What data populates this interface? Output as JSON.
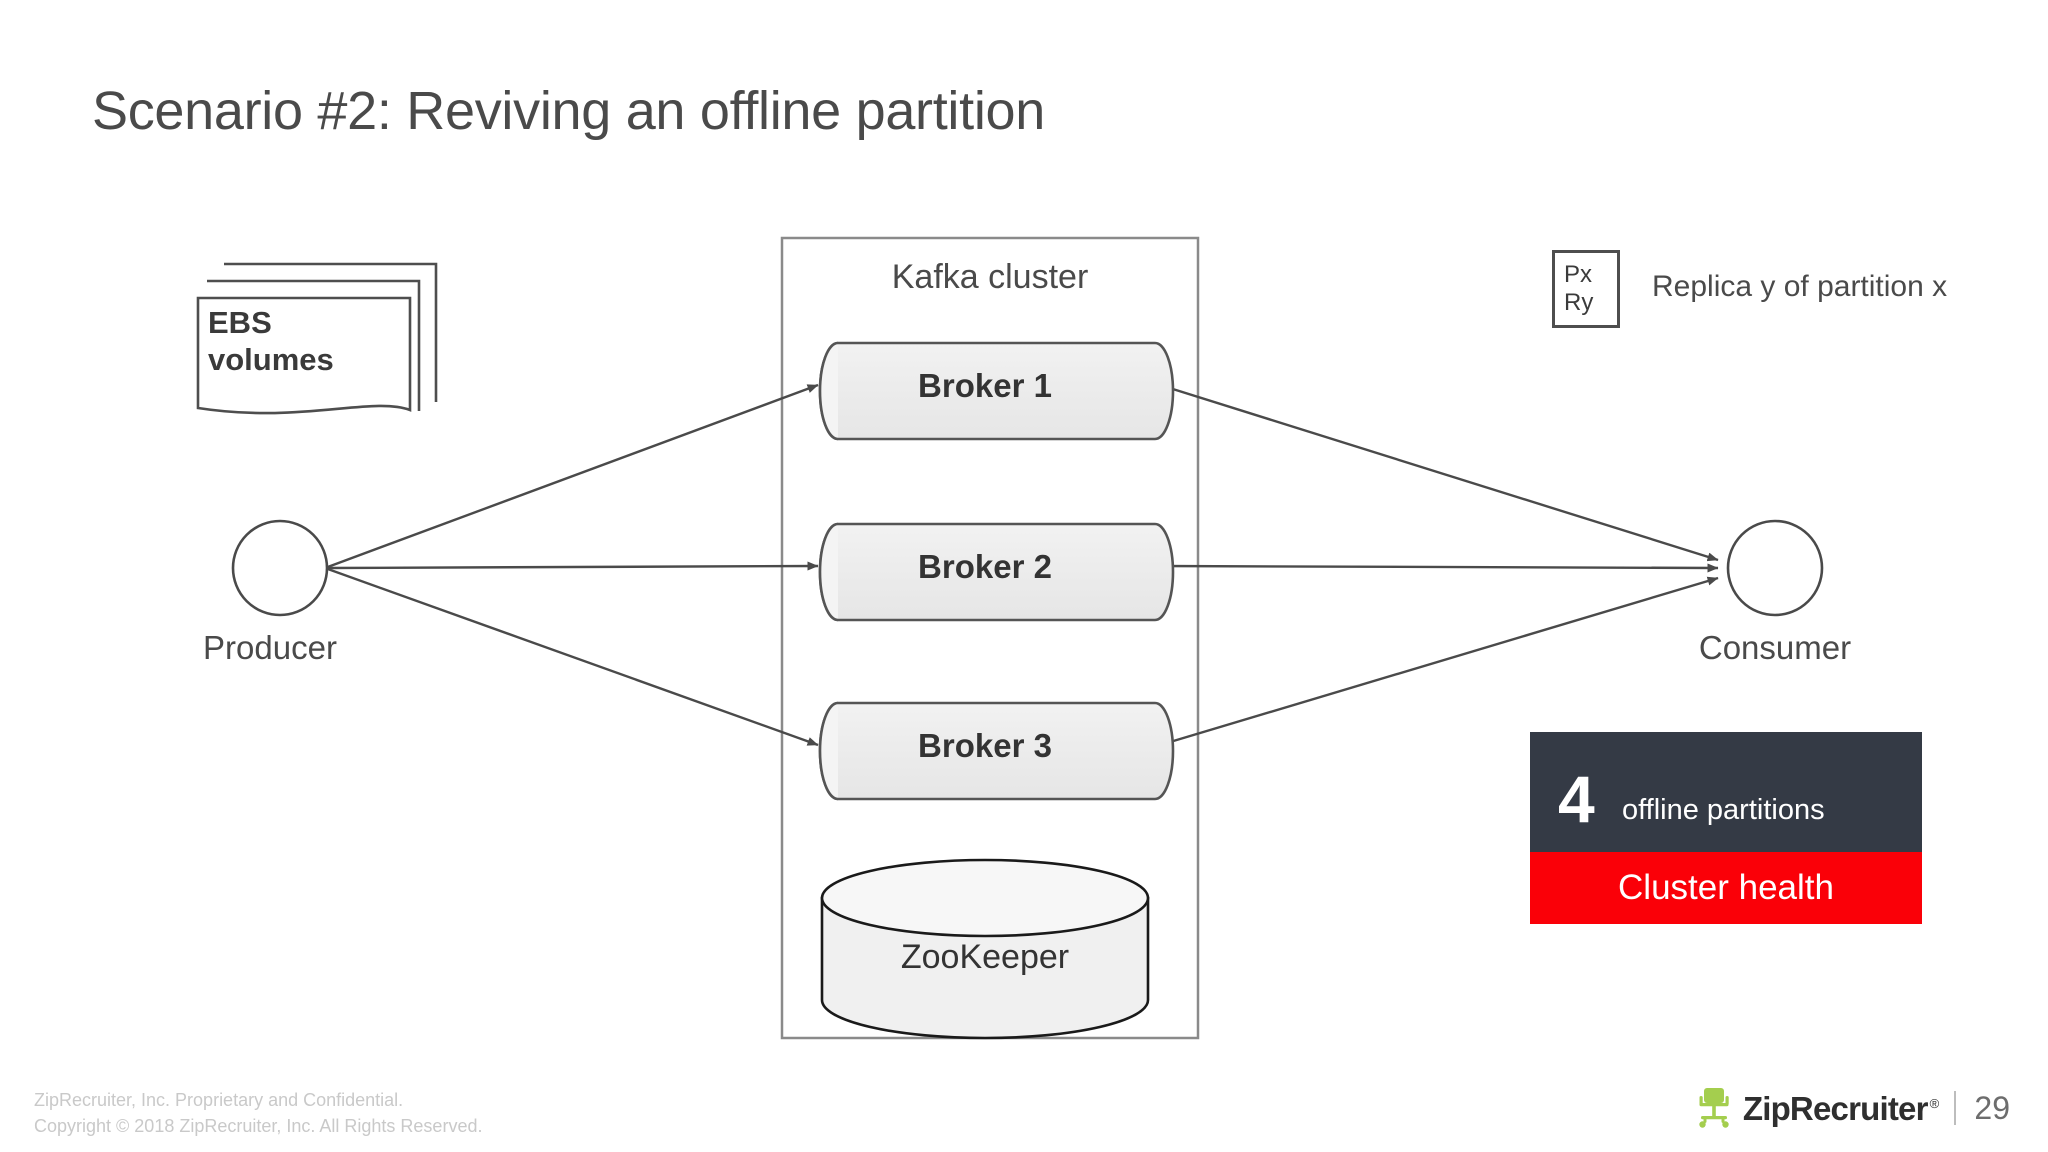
{
  "slide": {
    "title": "Scenario #2: Reviving an offline partition",
    "page_number": "29"
  },
  "storage": {
    "icon": "stacked-documents-icon",
    "label_line_1": "EBS",
    "label_line_2": "volumes"
  },
  "cluster": {
    "title": "Kafka cluster",
    "brokers": [
      {
        "name": "Broker 1",
        "icon": "cylinder-icon"
      },
      {
        "name": "Broker 2",
        "icon": "cylinder-icon"
      },
      {
        "name": "Broker 3",
        "icon": "cylinder-icon"
      }
    ],
    "coordinator": {
      "name": "ZooKeeper",
      "icon": "database-cylinder-icon"
    }
  },
  "endpoints": {
    "producer": {
      "label": "Producer",
      "icon": "circle-node-icon"
    },
    "consumer": {
      "label": "Consumer",
      "icon": "circle-node-icon"
    }
  },
  "legend": {
    "box_line_1": "Px",
    "box_line_2": "Ry",
    "caption": "Replica y of partition x"
  },
  "cluster_health": {
    "metric_value": "4",
    "metric_caption": "offline partitions",
    "status_label": "Cluster health",
    "metric_bg": "#343a45",
    "status_bg": "#fa0008",
    "status_text_color": "#ffffff"
  },
  "footer": {
    "legal_line_1": "ZipRecruiter, Inc. Proprietary and Confidential.",
    "legal_line_2": "Copyright © 2018 ZipRecruiter, Inc. All Rights Reserved.",
    "brand_name": "ZipRecruiter",
    "brand_registered_mark": "®",
    "brand_accent": "#a4ce4e",
    "logo_icon": "office-chair-icon"
  }
}
